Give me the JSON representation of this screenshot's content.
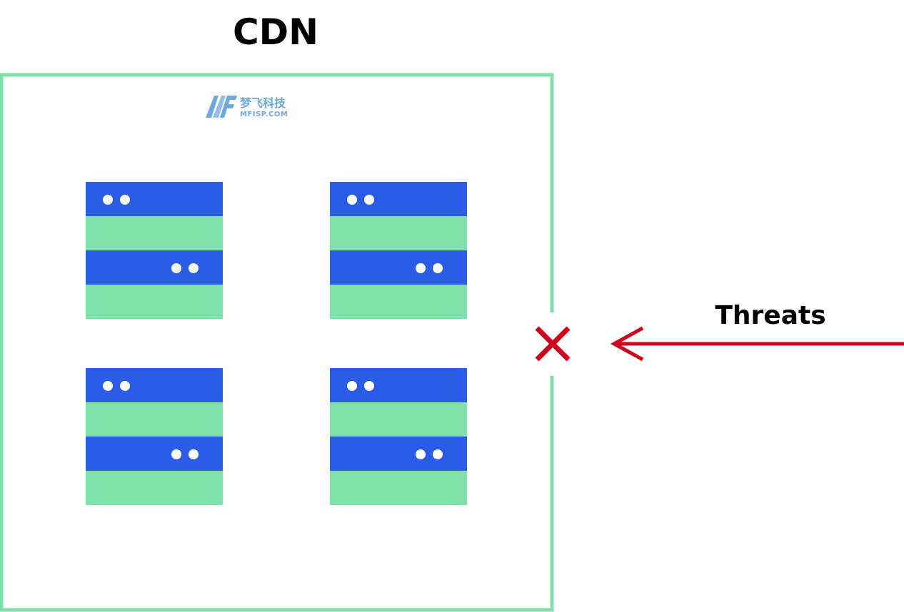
{
  "diagram": {
    "title": "CDN",
    "threats_label": "Threats",
    "watermark": {
      "chinese": "梦飞科技",
      "english": "MFISP.COM"
    },
    "servers": [
      {
        "name": "server-top-left"
      },
      {
        "name": "server-top-right"
      },
      {
        "name": "server-bottom-left"
      },
      {
        "name": "server-bottom-right"
      }
    ],
    "colors": {
      "border_green": "#80e0aa",
      "server_blue": "#2b5ce6",
      "server_green": "#80e0aa",
      "indicator_white": "#ffffff",
      "threat_red": "#d0021b",
      "watermark_blue": "#6fa8dc"
    },
    "icons": {
      "block": "x-icon",
      "arrow": "arrow-left-icon"
    }
  }
}
